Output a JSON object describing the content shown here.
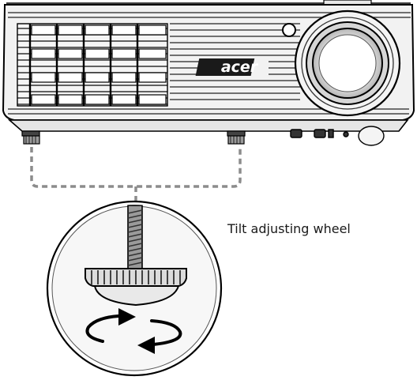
{
  "diagram": {
    "brand_logo_text": "acer",
    "callout_label": "Tilt adjusting wheel",
    "icons": [
      "projector-body",
      "projector-lens",
      "front-foot-left",
      "front-foot-right",
      "tilt-wheel-magnified",
      "rotate-arrows-icon"
    ],
    "colors": {
      "line": "#000000",
      "callout_dash": "#8c8c8c",
      "circle_fill": "#f7f7f7",
      "projector_body": "#f2f2f2",
      "thread": "#555555"
    }
  }
}
